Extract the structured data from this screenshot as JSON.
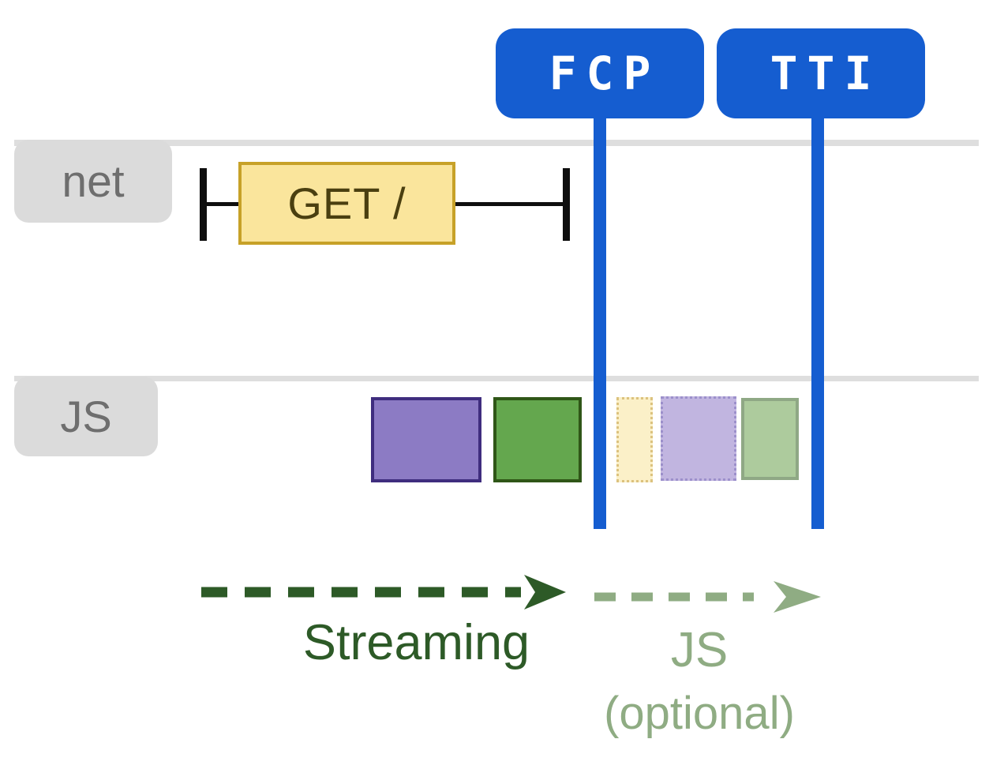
{
  "badges": [
    {
      "label": "FCP"
    },
    {
      "label": "TTI"
    }
  ],
  "tracks": [
    {
      "label": "net"
    },
    {
      "label": "JS"
    }
  ],
  "net_request": {
    "label": "GET /"
  },
  "js_tasks": [
    {
      "name": "large-purple-task",
      "phase": "before-fcp"
    },
    {
      "name": "large-green-task",
      "phase": "before-fcp"
    },
    {
      "name": "faded-yellow-task",
      "phase": "after-fcp-optional"
    },
    {
      "name": "faded-purple-task",
      "phase": "after-fcp-optional"
    },
    {
      "name": "faded-green-task",
      "phase": "after-fcp-optional"
    }
  ],
  "annotations": {
    "streaming_label": "Streaming",
    "js_label": "JS",
    "optional_label": "(optional)"
  },
  "colors": {
    "accent_blue": "#155DD0",
    "track_line": "#DEDEDE",
    "tab_bg": "#DBDBDB",
    "tab_text": "#6E6E6E",
    "tick_black": "#0E0E0E",
    "badge_text": "#FFFFFF",
    "get_fill": "#FAE59C",
    "get_border": "#C7A128",
    "get_text": "#4A3F10",
    "task_purple_fill": "#8C7BC4",
    "task_purple_border": "#3F2D7E",
    "task_green_fill": "#64A74E",
    "task_green_border": "#2F5617",
    "faded_yellow_fill": "#FBF0C8",
    "faded_yellow_border": "#DCC27E",
    "faded_purple_fill": "#C1B5E0",
    "faded_purple_border": "#9C90CB",
    "faded_green_fill": "#ADCB9D",
    "faded_green_border": "#8FA885",
    "streaming_green": "#2D5A27",
    "optional_green": "#8FAC83"
  }
}
